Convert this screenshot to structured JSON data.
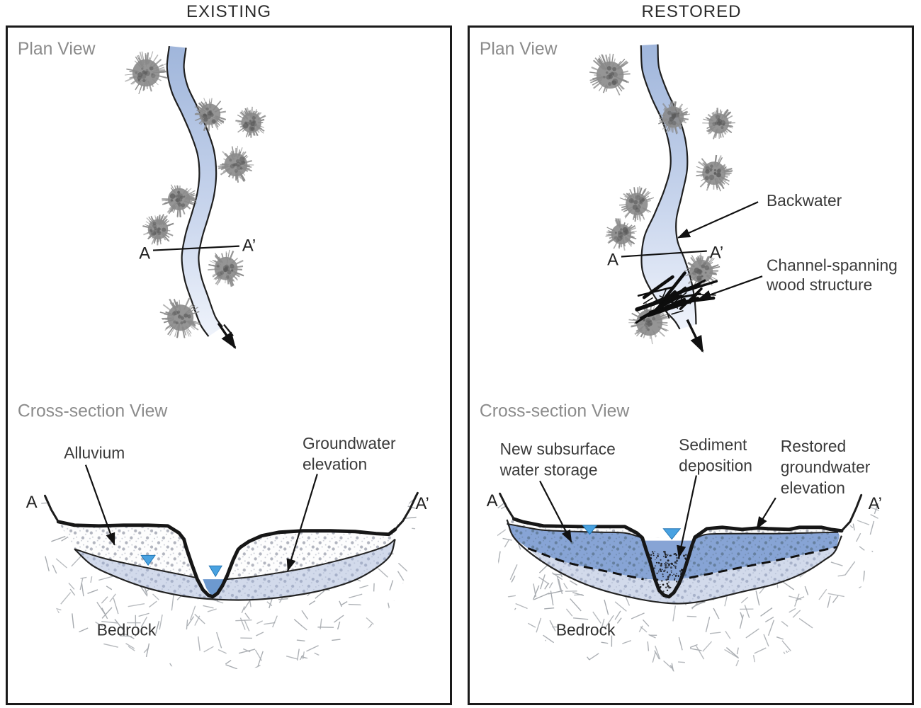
{
  "colors": {
    "panel_border": "#1a1a1a",
    "title_text": "#2b2b2b",
    "view_label_text": "#8b8b8b",
    "annotation_text": "#3a3a3a",
    "line_dark": "#141414",
    "river_top": "#a0b6db",
    "river_mid": "#c7d4ec",
    "river_bottom": "#eff3fb",
    "river_edge": "#1f1f1f",
    "tree_gray": "#8a8a8a",
    "tree_dark": "#5c5c5c",
    "alluvium_bg": "#fdfdfd",
    "alluvium_dot_big": "#b2b5bf",
    "alluvium_dot_small": "#cdd0d8",
    "gw_band_bg": "#d2daeb",
    "gw_band_dot_big": "#a7b1c9",
    "gw_band_dot_small": "#bcc5da",
    "saturated_bg": "#87a4d5",
    "saturated_dot_big": "#66809f",
    "saturated_dot_small": "#7590b5",
    "water": "#6d99cf",
    "marker_blue": "#49a2e1",
    "marker_blue_edge": "#2377b5",
    "bedrock_hatch": "#a5a9ae",
    "sediment_dot": "#141414",
    "wood_black": "#0d0d0d"
  },
  "panels": [
    {
      "title": "EXISTING",
      "plan_label": "Plan View",
      "cross_label": "Cross-section View",
      "section": {
        "start": "A",
        "end": "A’"
      },
      "plan_annotations": [],
      "cross_annotations": [
        {
          "lines": [
            "Alluvium"
          ]
        },
        {
          "lines": [
            "Groundwater",
            "elevation"
          ]
        }
      ],
      "bedrock": "Bedrock"
    },
    {
      "title": "RESTORED",
      "plan_label": "Plan View",
      "cross_label": "Cross-section View",
      "section": {
        "start": "A",
        "end": "A’"
      },
      "plan_annotations": [
        {
          "lines": [
            "Backwater"
          ]
        },
        {
          "lines": [
            "Channel-spanning",
            "wood structure"
          ]
        }
      ],
      "cross_annotations": [
        {
          "lines": [
            "New subsurface",
            "water storage"
          ]
        },
        {
          "lines": [
            "Sediment",
            "deposition"
          ]
        },
        {
          "lines": [
            "Restored",
            "groundwater",
            "elevation"
          ]
        }
      ],
      "bedrock": "Bedrock"
    }
  ]
}
